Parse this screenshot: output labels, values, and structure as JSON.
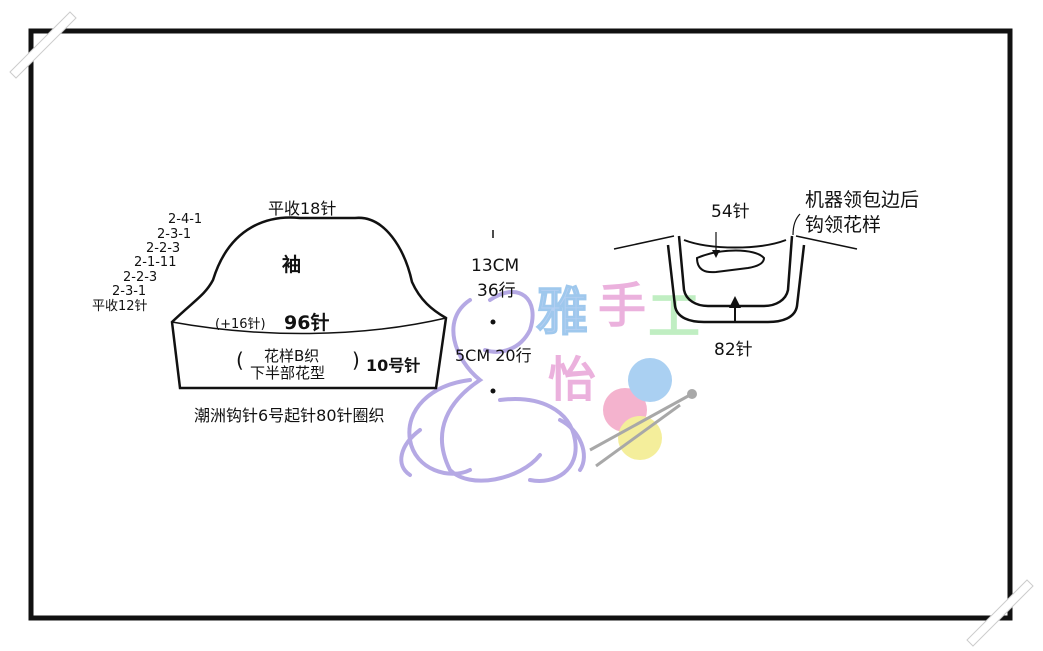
{
  "colors": {
    "frame": "#111111",
    "watermark_purple": "#a99be0",
    "watermark_blue": "#8fbfea",
    "watermark_green": "#9ee0a4",
    "watermark_pink": "#e8a4d8",
    "ball_pink": "#f3a6c6",
    "ball_blue": "#9cc8f0",
    "ball_yellow": "#f3ec8a"
  },
  "sleeve": {
    "title": "袖",
    "top_bindoff": "平收18针",
    "decrease_steps": [
      "2-4-1",
      "2-3-1",
      "2-2-3",
      "2-1-11",
      "2-2-3",
      "2-3-1"
    ],
    "underarm_bindoff": "平收12针",
    "increase": "(+16针)",
    "stitch_count": "96针",
    "pattern_line1": "花样B织",
    "pattern_line2": "下半部花型",
    "paren_open": "(",
    "paren_close": ")",
    "needle": "10号针",
    "cast_on": "潮洲钩针6号起针80针圈织"
  },
  "measures": {
    "upper_cm": "13CM",
    "upper_rows": "36行",
    "lower": "5CM 20行"
  },
  "collar": {
    "top_count": "54针",
    "bottom_count": "82针",
    "note_line1": "机器领包边后",
    "note_line2": "钩领花样"
  },
  "watermark": {
    "chars": [
      "雅",
      "手",
      "工",
      "怡"
    ]
  },
  "icons": [
    "butterfly-icon",
    "yarn-ball-icon",
    "knitting-needle-icon"
  ]
}
